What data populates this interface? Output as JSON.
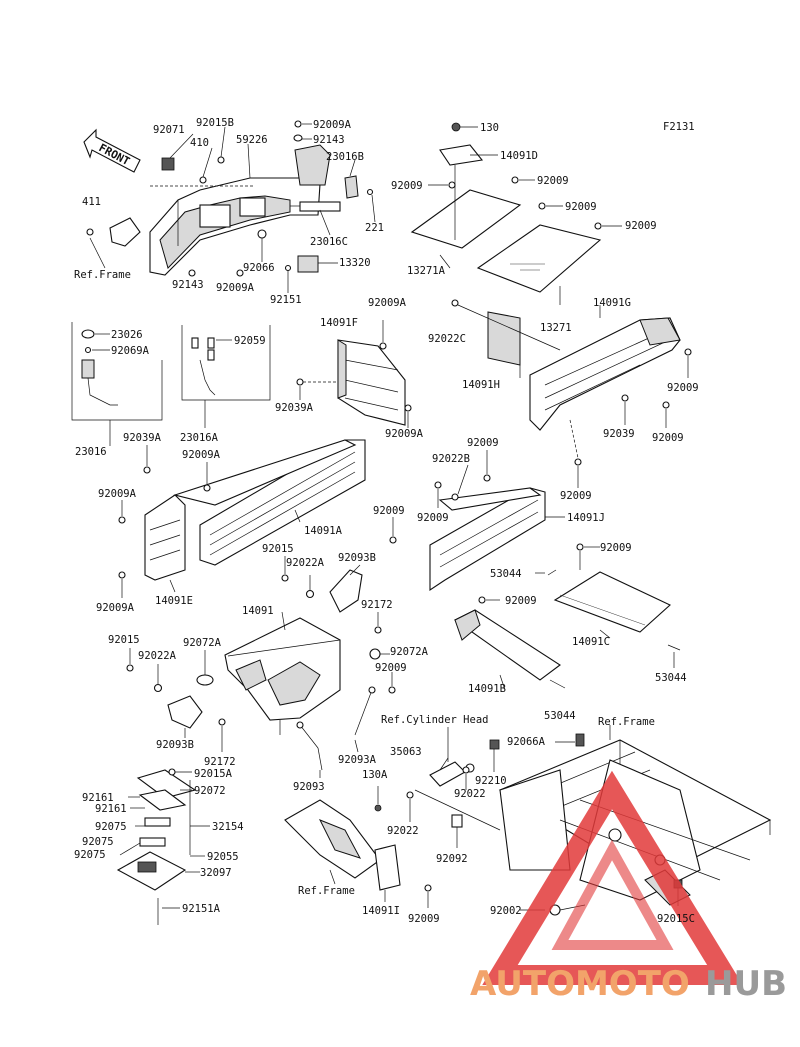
{
  "figure_code": "F2131",
  "front_label": "FRONT",
  "watermark": {
    "part1": "AUTOMOTO",
    "part2": "HUB",
    "color1": "#f2a36a",
    "color2": "#9a9a9a",
    "triangle_color": "#e23a3a"
  },
  "labels": {
    "l92071": "92071",
    "l92015B": "92015B",
    "l410": "410",
    "l59226": "59226",
    "l92009A_1": "92009A",
    "l92143_1": "92143",
    "l23016B": "23016B",
    "l221": "221",
    "l23016C": "23016C",
    "l411": "411",
    "lRefFrame1": "Ref.Frame",
    "l92066": "92066",
    "l13320": "13320",
    "l92143_2": "92143",
    "l92009A_2": "92009A",
    "l92151": "92151",
    "l130_1": "130",
    "l14091D": "14091D",
    "l92009_a": "92009",
    "l92009_b": "92009",
    "l92009_c": "92009",
    "l92009_d": "92009",
    "l13271A": "13271A",
    "l13271": "13271",
    "l23026": "23026",
    "l92069A": "92069A",
    "l92059": "92059",
    "l23016A": "23016A",
    "l23016": "23016",
    "l14091F": "14091F",
    "l92009A_3": "92009A",
    "l92022C": "92022C",
    "l14091G": "14091G",
    "l92039A_1": "92039A",
    "l92009A_4": "92009A",
    "l14091H": "14091H",
    "l92009_e": "92009",
    "l92039": "92039",
    "l92009_f": "92009",
    "l92039A_2": "92039A",
    "l92009A_5": "92009A",
    "l92009_g": "92009",
    "l92022B": "92022B",
    "l92009_h": "92009",
    "l92009A_6": "92009A",
    "l14091A": "14091A",
    "l92009_i": "92009",
    "l92009_j": "92009",
    "l14091J": "14091J",
    "l92015_1": "92015",
    "l92022A_1": "92022A",
    "l92093B_1": "92093B",
    "l92009A_7": "92009A",
    "l14091E": "14091E",
    "l14091": "14091",
    "l92172_1": "92172",
    "l92009_k": "92009",
    "l53044_1": "53044",
    "l92072A_1": "92072A",
    "l92009_l": "92009",
    "l92015_2": "92015",
    "l92022A_2": "92022A",
    "l92072A_2": "92072A",
    "l92009_m": "92009",
    "l14091C": "14091C",
    "l53044_2": "53044",
    "l14091B": "14091B",
    "l92093B_2": "92093B",
    "l92172_2": "92172",
    "lRefCyl": "Ref.Cylinder Head",
    "l53044_3": "53044",
    "lRefFrame2": "Ref.Frame",
    "l92093A": "92093A",
    "l35063": "35063",
    "l92066A": "92066A",
    "l92093": "92093",
    "l130A": "130A",
    "l92210": "92210",
    "l92022_1": "92022",
    "l92015A": "92015A",
    "l92072": "92072",
    "l92161_1": "92161",
    "l92161_2": "92161",
    "l32154": "32154",
    "l92075_1": "92075",
    "l92075_2": "92075",
    "l92055": "92055",
    "l32097": "32097",
    "l92151A": "92151A",
    "l92022_2": "92022",
    "l92092": "92092",
    "lRefFrame3": "Ref.Frame",
    "l14091I": "14091I",
    "l92009_n": "92009",
    "l92002": "92002",
    "l92015C": "92015C"
  }
}
